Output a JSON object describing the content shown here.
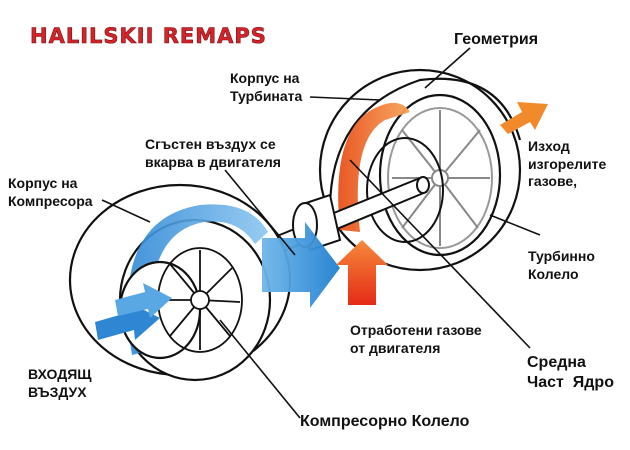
{
  "logo": "HALILSKII REMAPS",
  "labels": {
    "geometry": "Геометрия",
    "turbine_housing": "Корпус на\nТурбината",
    "compressed_air": "Сгъстен въздух се\nвкарва в двигателя",
    "compressor_housing": "Корпус на\nКомпресора",
    "exhaust_out": "Изход\nизгорелите\nгазове,",
    "turbine_wheel": "Турбинно\nКолело",
    "exhaust_in": "Отработени газове\nот двигателя",
    "center_core": "Средна\nЧаст  Ядро",
    "intake_air": "ВХОДЯЩ\nВЪЗДУХ",
    "compressor_wheel": "Компресорно Колело"
  },
  "colors": {
    "cold_air": "#3a8fd8",
    "hot_gas": "#f07a1e",
    "hot_gas_in": "#e8341c",
    "logo": "#d3242a",
    "outline": "#111111"
  }
}
